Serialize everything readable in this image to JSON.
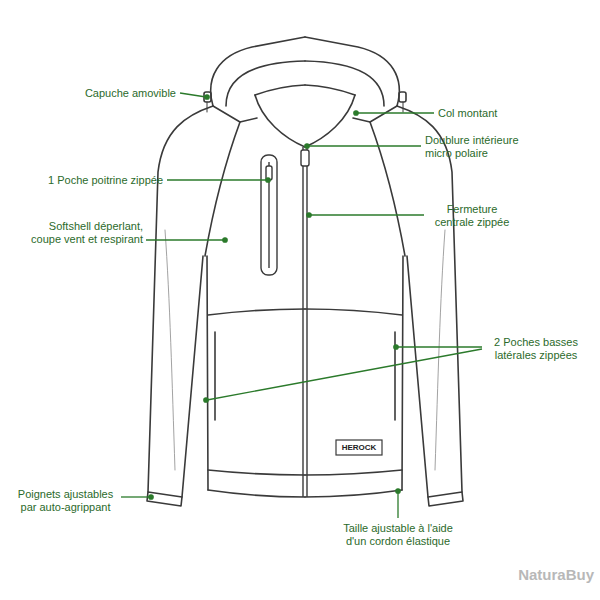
{
  "diagram": {
    "labels": [
      "Capuche amovible",
      "Col montant",
      "Doublure intérieure micro polaire",
      "1 Poche poitrine zippée",
      "Fermeture centrale zippée",
      "Softshell déperlant, coupe vent et respirant",
      "2 Poches basses latérales zippées",
      "Poignets ajustables par auto-agrippant",
      "Taille ajustable à l'aide d'un cordon élastique",
      "HEROCK",
      "NaturaBuy"
    ]
  }
}
